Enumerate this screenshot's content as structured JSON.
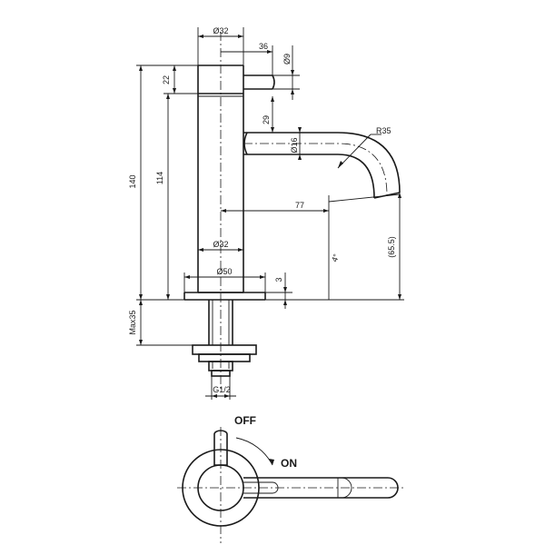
{
  "drawing": {
    "elevation_dimensions": {
      "body_diameter_top": "Ø32",
      "lever_offset": "36",
      "lever_diameter": "Ø9",
      "cap_height": "22",
      "spout_offset": "29",
      "spout_diameter": "Ø16",
      "spout_radius": "R35",
      "total_height": "140",
      "body_height": "114",
      "spout_reach": "77",
      "angle": "4°",
      "spout_height": "(65.5)",
      "body_diameter_bottom": "Ø32",
      "base_diameter": "Ø50",
      "base_thickness": "3",
      "max_deck": "Max35",
      "thread": "G1/2"
    },
    "plan_labels": {
      "off": "OFF",
      "on": "ON"
    }
  }
}
